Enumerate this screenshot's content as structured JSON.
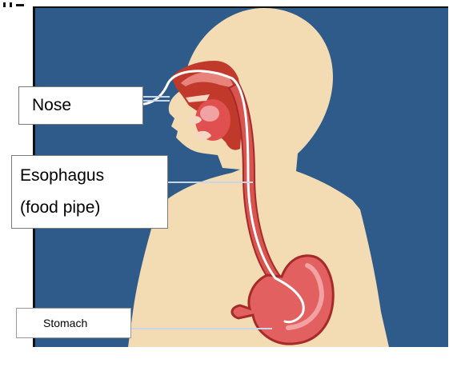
{
  "labels": {
    "nose": "Nose",
    "esophagus_line1": "Esophagus",
    "esophagus_line2": "(food pipe)",
    "stomach": "Stomach"
  },
  "colors": {
    "background_panel": "#2f5b8a",
    "body_silhouette": "#f3dcb4",
    "tissue_dark": "#b52b2b",
    "tissue_mid": "#e06a6a",
    "tissue_light": "#f0a0a0",
    "tube": "#ffffff",
    "callout_border": "#7a7a7a"
  }
}
